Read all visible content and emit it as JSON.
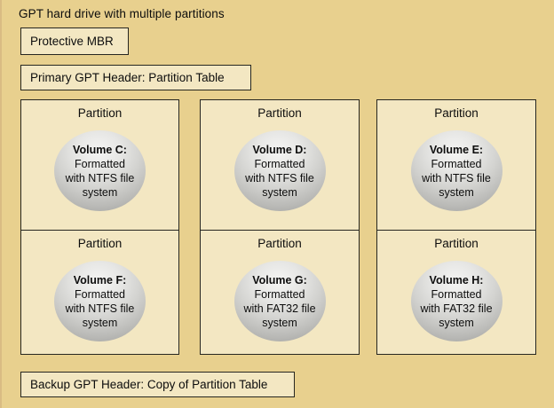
{
  "page": {
    "title": "GPT hard drive with multiple partitions"
  },
  "colors": {
    "background": "#E8D08E",
    "panel_fill": "#F3E7C2",
    "border": "#262620",
    "sphere_light": "#F5F5F4",
    "sphere_dark": "#9E9E9B"
  },
  "boxes": {
    "protective_mbr": "Protective MBR",
    "primary_gpt_header": "Primary GPT Header: Partition Table",
    "backup_gpt_header": "Backup GPT Header: Copy of Partition Table"
  },
  "partitions": [
    {
      "label": "Partition",
      "volume": "Volume C:",
      "desc1": "Formatted",
      "desc2": "with NTFS file",
      "desc3": "system"
    },
    {
      "label": "Partition",
      "volume": "Volume D:",
      "desc1": "Formatted",
      "desc2": "with NTFS file",
      "desc3": "system"
    },
    {
      "label": "Partition",
      "volume": "Volume E:",
      "desc1": "Formatted",
      "desc2": "with NTFS file",
      "desc3": "system"
    },
    {
      "label": "Partition",
      "volume": "Volume F:",
      "desc1": "Formatted",
      "desc2": "with NTFS file",
      "desc3": "system"
    },
    {
      "label": "Partition",
      "volume": "Volume G:",
      "desc1": "Formatted",
      "desc2": "with FAT32 file",
      "desc3": "system"
    },
    {
      "label": "Partition",
      "volume": "Volume H:",
      "desc1": "Formatted",
      "desc2": "with FAT32 file",
      "desc3": "system"
    }
  ]
}
